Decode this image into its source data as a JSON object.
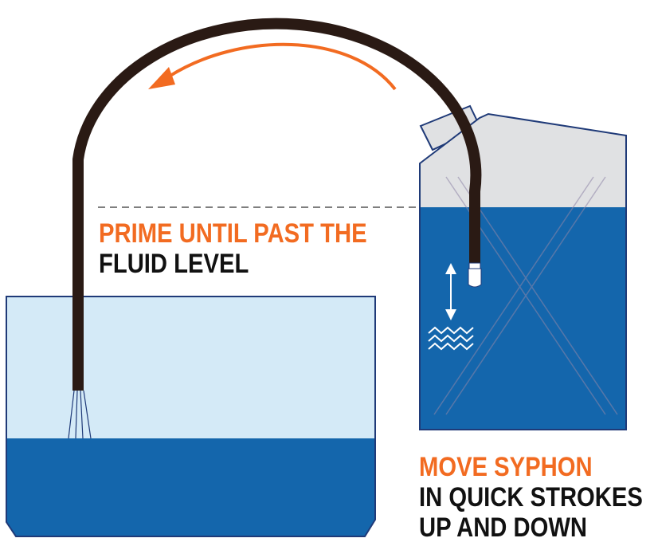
{
  "labels": {
    "prime_line1": "PRIME UNTIL PAST THE",
    "prime_line2": "FLUID LEVEL",
    "move_line1": "MOVE SYPHON",
    "move_line2": "IN QUICK STROKES",
    "move_line3": "UP AND DOWN"
  },
  "colors": {
    "accent_orange": "#f26b21",
    "hose": "#2a1a14",
    "water_dark": "#1466ac",
    "water_light": "#d4eaf7",
    "container_outline": "#1f3a78",
    "canister_top": "#e0e1e3",
    "text_dark": "#111111"
  },
  "icons": {
    "flow_arrow": "curved-arrow-icon",
    "stroke_arrow": "up-down-arrow-icon",
    "ripple": "wave-icon"
  }
}
